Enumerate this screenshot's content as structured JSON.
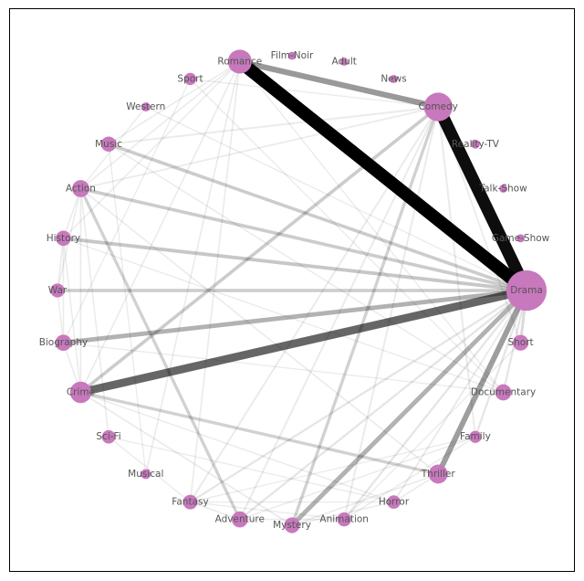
{
  "chart_data": {
    "type": "network",
    "layout": "circular",
    "node_color": "#c878bd",
    "edge_color": "#000000",
    "nodes": [
      {
        "id": "Drama",
        "label": "Drama",
        "weight": 10
      },
      {
        "id": "Short",
        "label": "Short",
        "weight": 1.5
      },
      {
        "id": "Documentary",
        "label": "Documentary",
        "weight": 1.6
      },
      {
        "id": "Family",
        "label": "Family",
        "weight": 0.9
      },
      {
        "id": "Thriller",
        "label": "Thriller",
        "weight": 2.2
      },
      {
        "id": "Horror",
        "label": "Horror",
        "weight": 1.1
      },
      {
        "id": "Animation",
        "label": "Animation",
        "weight": 1.2
      },
      {
        "id": "Mystery",
        "label": "Mystery",
        "weight": 1.5
      },
      {
        "id": "Adventure",
        "label": "Adventure",
        "weight": 1.6
      },
      {
        "id": "Fantasy",
        "label": "Fantasy",
        "weight": 1.3
      },
      {
        "id": "Musical",
        "label": "Musical",
        "weight": 0.6
      },
      {
        "id": "Sci-Fi",
        "label": "Sci-Fi",
        "weight": 1.1
      },
      {
        "id": "Crime",
        "label": "Crime",
        "weight": 2.8
      },
      {
        "id": "Biography",
        "label": "Biography",
        "weight": 1.6
      },
      {
        "id": "War",
        "label": "War",
        "weight": 1.2
      },
      {
        "id": "History",
        "label": "History",
        "weight": 1.4
      },
      {
        "id": "Action",
        "label": "Action",
        "weight": 1.8
      },
      {
        "id": "Music",
        "label": "Music",
        "weight": 1.4
      },
      {
        "id": "Western",
        "label": "Western",
        "weight": 0.5
      },
      {
        "id": "Sport",
        "label": "Sport",
        "weight": 0.9
      },
      {
        "id": "Romance",
        "label": "Romance",
        "weight": 3.5
      },
      {
        "id": "Film-Noir",
        "label": "Film-Noir",
        "weight": 0.4
      },
      {
        "id": "Adult",
        "label": "Adult",
        "weight": 0.4
      },
      {
        "id": "News",
        "label": "News",
        "weight": 0.4
      },
      {
        "id": "Comedy",
        "label": "Comedy",
        "weight": 5
      },
      {
        "id": "Reality-TV",
        "label": "Reality-TV",
        "weight": 0.5
      },
      {
        "id": "Talk-Show",
        "label": "Talk-Show",
        "weight": 0.4
      },
      {
        "id": "Game-Show",
        "label": "Game-Show",
        "weight": 0.4
      }
    ],
    "edges": [
      {
        "source": "Drama",
        "target": "Romance",
        "weight": 1.0
      },
      {
        "source": "Drama",
        "target": "Comedy",
        "weight": 0.95
      },
      {
        "source": "Drama",
        "target": "Crime",
        "weight": 0.6
      },
      {
        "source": "Drama",
        "target": "Thriller",
        "weight": 0.38
      },
      {
        "source": "Comedy",
        "target": "Romance",
        "weight": 0.4
      },
      {
        "source": "Drama",
        "target": "Mystery",
        "weight": 0.3
      },
      {
        "source": "Drama",
        "target": "Biography",
        "weight": 0.3
      },
      {
        "source": "Drama",
        "target": "History",
        "weight": 0.22
      },
      {
        "source": "Drama",
        "target": "War",
        "weight": 0.2
      },
      {
        "source": "Drama",
        "target": "Action",
        "weight": 0.2
      },
      {
        "source": "Drama",
        "target": "Music",
        "weight": 0.2
      },
      {
        "source": "Comedy",
        "target": "Crime",
        "weight": 0.2
      },
      {
        "source": "Comedy",
        "target": "Mystery",
        "weight": 0.18
      },
      {
        "source": "Action",
        "target": "Adventure",
        "weight": 0.18
      },
      {
        "source": "Crime",
        "target": "Thriller",
        "weight": 0.18
      },
      {
        "source": "Drama",
        "target": "Short",
        "weight": 0.15
      },
      {
        "source": "Drama",
        "target": "Documentary",
        "weight": 0.1
      },
      {
        "source": "Drama",
        "target": "Family",
        "weight": 0.1
      },
      {
        "source": "Drama",
        "target": "Fantasy",
        "weight": 0.1
      },
      {
        "source": "Drama",
        "target": "Adventure",
        "weight": 0.1
      },
      {
        "source": "Drama",
        "target": "Animation",
        "weight": 0.1
      },
      {
        "source": "Drama",
        "target": "Horror",
        "weight": 0.08
      },
      {
        "source": "Comedy",
        "target": "Music",
        "weight": 0.08
      },
      {
        "source": "Comedy",
        "target": "Fantasy",
        "weight": 0.08
      },
      {
        "source": "Comedy",
        "target": "Adventure",
        "weight": 0.08
      },
      {
        "source": "Comedy",
        "target": "Animation",
        "weight": 0.08
      },
      {
        "source": "Comedy",
        "target": "Family",
        "weight": 0.08
      },
      {
        "source": "Comedy",
        "target": "Action",
        "weight": 0.06
      },
      {
        "source": "Comedy",
        "target": "Short",
        "weight": 0.06
      },
      {
        "source": "Romance",
        "target": "Crime",
        "weight": 0.05
      },
      {
        "source": "Romance",
        "target": "Fantasy",
        "weight": 0.05
      },
      {
        "source": "Romance",
        "target": "Musical",
        "weight": 0.05
      },
      {
        "source": "Romance",
        "target": "Action",
        "weight": 0.05
      },
      {
        "source": "Romance",
        "target": "History",
        "weight": 0.04
      },
      {
        "source": "Romance",
        "target": "Music",
        "weight": 0.04
      },
      {
        "source": "Action",
        "target": "Crime",
        "weight": 0.06
      },
      {
        "source": "Action",
        "target": "Thriller",
        "weight": 0.05
      },
      {
        "source": "Action",
        "target": "History",
        "weight": 0.04
      },
      {
        "source": "Crime",
        "target": "Mystery",
        "weight": 0.06
      },
      {
        "source": "Crime",
        "target": "Biography",
        "weight": 0.05
      },
      {
        "source": "Crime",
        "target": "History",
        "weight": 0.04
      },
      {
        "source": "Crime",
        "target": "Horror",
        "weight": 0.04
      },
      {
        "source": "Thriller",
        "target": "Mystery",
        "weight": 0.06
      },
      {
        "source": "Thriller",
        "target": "Horror",
        "weight": 0.05
      },
      {
        "source": "Mystery",
        "target": "Horror",
        "weight": 0.04
      },
      {
        "source": "Adventure",
        "target": "Fantasy",
        "weight": 0.05
      },
      {
        "source": "Adventure",
        "target": "Animation",
        "weight": 0.05
      },
      {
        "source": "Adventure",
        "target": "Family",
        "weight": 0.04
      },
      {
        "source": "Biography",
        "target": "History",
        "weight": 0.05
      },
      {
        "source": "History",
        "target": "War",
        "weight": 0.05
      },
      {
        "source": "Action",
        "target": "War",
        "weight": 0.04
      },
      {
        "source": "Action",
        "target": "Sci-Fi",
        "weight": 0.04
      },
      {
        "source": "Sci-Fi",
        "target": "Fantasy",
        "weight": 0.03
      },
      {
        "source": "Sci-Fi",
        "target": "Horror",
        "weight": 0.03
      },
      {
        "source": "Music",
        "target": "Documentary",
        "weight": 0.04
      },
      {
        "source": "Musical",
        "target": "Music",
        "weight": 0.03
      },
      {
        "source": "Western",
        "target": "Action",
        "weight": 0.03
      },
      {
        "source": "Sport",
        "target": "Biography",
        "weight": 0.03
      },
      {
        "source": "Sport",
        "target": "Comedy",
        "weight": 0.03
      },
      {
        "source": "Sport",
        "target": "Documentary",
        "weight": 0.03
      },
      {
        "source": "Romance",
        "target": "Documentary",
        "weight": 0.03
      },
      {
        "source": "Animation",
        "target": "Family",
        "weight": 0.04
      },
      {
        "source": "Animation",
        "target": "Fantasy",
        "weight": 0.03
      },
      {
        "source": "Documentary",
        "target": "Biography",
        "weight": 0.03
      },
      {
        "source": "Documentary",
        "target": "History",
        "weight": 0.03
      },
      {
        "source": "Short",
        "target": "Animation",
        "weight": 0.03
      },
      {
        "source": "Fantasy",
        "target": "Horror",
        "weight": 0.03
      },
      {
        "source": "Family",
        "target": "Fantasy",
        "weight": 0.03
      },
      {
        "source": "Biography",
        "target": "War",
        "weight": 0.03
      },
      {
        "source": "Western",
        "target": "Drama",
        "weight": 0.03
      }
    ]
  }
}
